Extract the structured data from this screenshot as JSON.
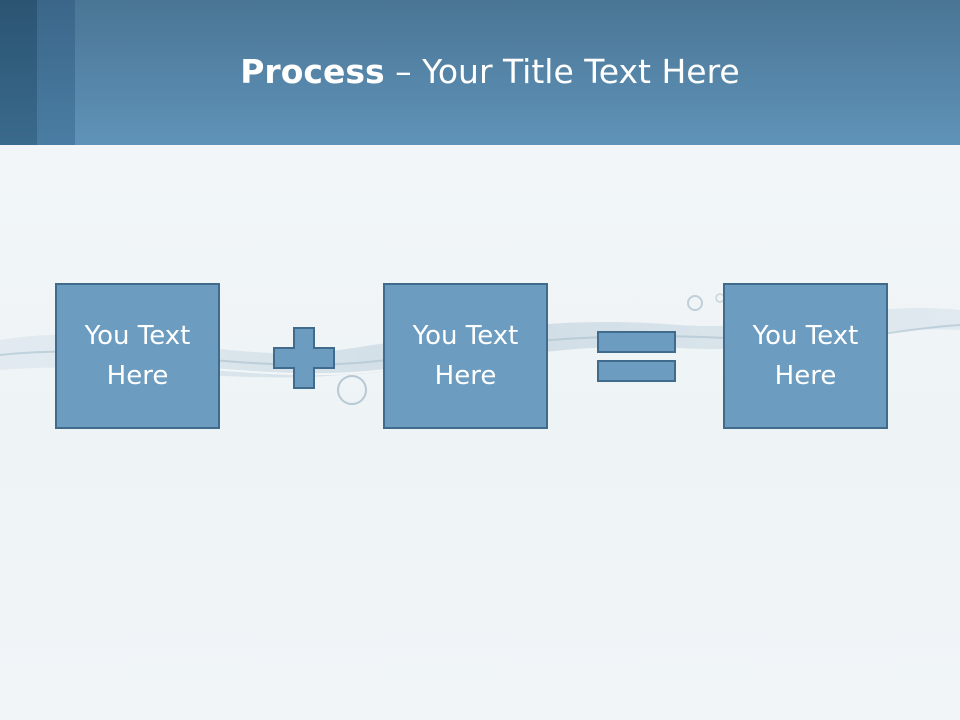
{
  "slide": {
    "title_bold": "Process",
    "title_rest": " – Your Title Text Here"
  },
  "boxes": [
    {
      "line1": "You Text",
      "line2": "Here"
    },
    {
      "line1": "You Text",
      "line2": "Here"
    },
    {
      "line1": "You Text",
      "line2": "Here"
    }
  ],
  "operators": [
    "plus-icon",
    "equals-icon"
  ],
  "colors": {
    "header": "#5f93b8",
    "header_accent": "#2b5472",
    "box_fill": "#6c9cbf",
    "box_border": "#406b8c",
    "text": "#ffffff"
  }
}
